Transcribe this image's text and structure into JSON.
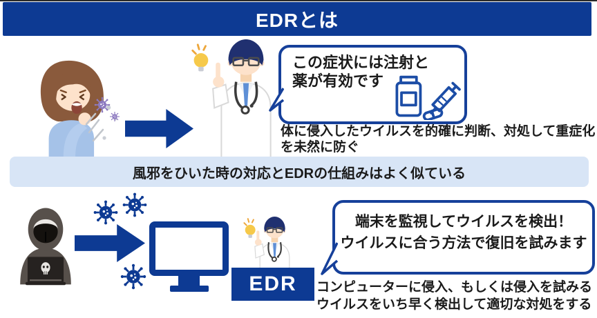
{
  "header": {
    "title": "EDRとは"
  },
  "cold_section": {
    "bubble": {
      "line1": "この症状には注射と",
      "line2": "薬が有効です"
    },
    "caption": {
      "line1": "体に侵入したウイルスを的確に判断、対処して重症化",
      "line2": "を未然に防ぐ"
    }
  },
  "divider": {
    "text": "風邪をひいた時の対応とEDRの仕組みはよく似ている"
  },
  "edr_section": {
    "bubble": {
      "line1": "端末を監視してウイルスを検出！",
      "line2": "ウイルスに合う方法で復旧を試みます"
    },
    "caption": {
      "line1": "コンピューターに侵入、もしくは侵入を試みる",
      "line2": "ウイルスをいち早く検出して適切な対処をする"
    },
    "monitor_label": "EDR"
  },
  "colors": {
    "navy": "#0d3a93",
    "bubble_border": "#16409a",
    "band_bg": "#d8e5f6",
    "virus_blue": "#0d3a93",
    "virus_purple": "#8d7ac0",
    "lightbulb_yellow": "#f6c94a"
  },
  "icons": {
    "sick_woman": "sick-woman-icon",
    "cough_particles": "cough-particles-icon",
    "virus_purple": "virus-purple-icon",
    "virus_blue": "virus-blue-icon",
    "arrow_right": "arrow-right-icon",
    "lightbulb": "lightbulb-icon",
    "doctor": "doctor-icon",
    "medicine_syringe": "medicine-syringe-icon",
    "hacker": "hacker-icon",
    "computer_monitor": "computer-monitor-icon"
  }
}
